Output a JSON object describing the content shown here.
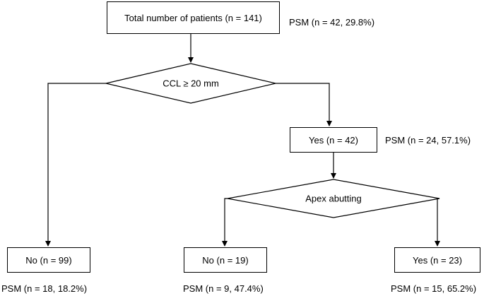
{
  "flowchart": {
    "root": {
      "label": "Total number of patients (n = 141)",
      "psm": "PSM (n = 42, 29.8%)"
    },
    "decision1": {
      "label": "CCL ≥ 20 mm"
    },
    "yes1": {
      "label": "Yes (n = 42)",
      "psm": "PSM (n = 24, 57.1%)"
    },
    "no1": {
      "label": "No (n = 99)",
      "psm": "PSM (n = 18, 18.2%)"
    },
    "decision2": {
      "label": "Apex abutting"
    },
    "no2": {
      "label": "No (n = 19)",
      "psm": "PSM (n = 9, 47.4%)"
    },
    "yes2": {
      "label": "Yes (n = 23)",
      "psm": "PSM (n = 15, 65.2%)"
    }
  }
}
